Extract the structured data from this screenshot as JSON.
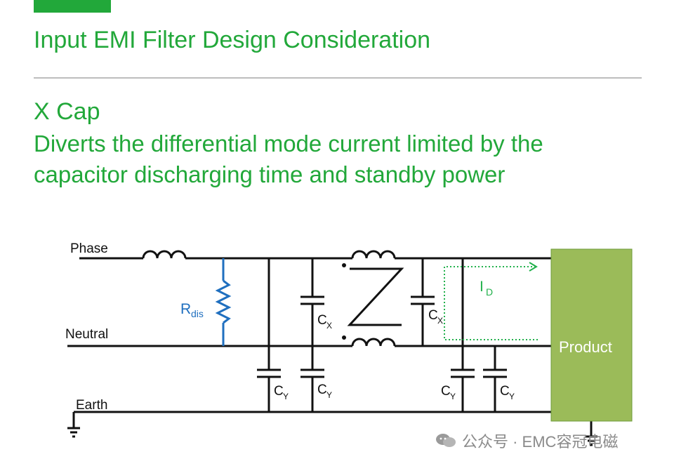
{
  "title": "Input EMI Filter Design Consideration",
  "section": {
    "heading": "X Cap",
    "body_line1": " Diverts the differential mode current limited by the",
    "body_line2": "capacitor discharging time and standby power"
  },
  "diagram": {
    "labels": {
      "phase": "Phase",
      "neutral": "Neutral",
      "earth": "Earth",
      "rdis_main": "R",
      "rdis_sub": "dis",
      "cx_main": "C",
      "cx_sub": "X",
      "cy_main": "C",
      "cy_sub": "Y",
      "id_main": "I",
      "id_sub": "D",
      "product": "Product"
    },
    "colors": {
      "accent": "#22a83a",
      "wire": "#111111",
      "resistor": "#1f6fbf",
      "product_fill": "#9bbb59",
      "current_path": "#22b14c"
    }
  },
  "watermark": {
    "text": "公众号 · EMC容冠电磁"
  }
}
